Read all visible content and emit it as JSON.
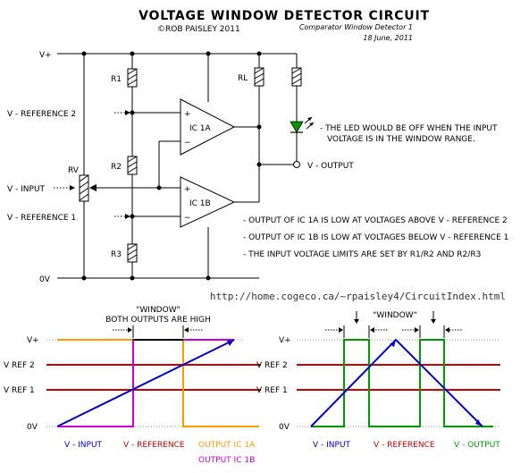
{
  "title": "VOLTAGE WINDOW DETECTOR CIRCUIT",
  "copyright": "©ROB PAISLEY 2011",
  "subtitle": "Comparator Window Detector 1",
  "date": "18 June, 2011",
  "url": "http://home.cogeco.ca/~rpaisley4/CircuitIndex.html",
  "schematic": {
    "vplus": "V+",
    "zero_v": "0V",
    "r1": "R1",
    "r2": "R2",
    "r3": "R3",
    "rl": "RL",
    "rv": "RV",
    "ic1a": "IC 1A",
    "ic1b": "IC 1B",
    "vref2": "V - REFERENCE 2",
    "vref1": "V - REFERENCE 1",
    "vinput": "V - INPUT",
    "voutput": "V - OUTPUT",
    "plus": "+",
    "minus": "−",
    "led_note_1": "- THE LED WOULD BE OFF WHEN THE INPUT",
    "led_note_2": "VOLTAGE IS IN THE WINDOW RANGE."
  },
  "notes": [
    "- OUTPUT OF IC 1A IS LOW AT VOLTAGES ABOVE  V - REFERENCE 2",
    "- OUTPUT OF IC 1B IS LOW AT VOLTAGES BELOW  V - REFERENCE 1",
    "- THE INPUT VOLTAGE LIMITS ARE SET BY R1/R2 AND R2/R3"
  ],
  "graph_left": {
    "window_label": "\"WINDOW\"",
    "window_caption": "BOTH OUTPUTS ARE HIGH",
    "axis_labels": [
      "V+",
      "V REF 2",
      "V REF 1",
      "0V"
    ],
    "legend": [
      {
        "label": "V - INPUT",
        "color": "#0000cc"
      },
      {
        "label": "V - REFERENCE",
        "color": "#cc0000"
      },
      {
        "label": "OUTPUT IC 1A",
        "color": "#ff9900"
      },
      {
        "label": "OUTPUT IC 1B",
        "color": "#cc00cc"
      }
    ]
  },
  "graph_right": {
    "window_label": "\"WINDOW\"",
    "axis_labels": [
      "V+",
      "V REF 2",
      "V REF 1",
      "0V"
    ],
    "legend": [
      {
        "label": "V - INPUT",
        "color": "#0000cc"
      },
      {
        "label": "V - REFERENCE",
        "color": "#cc0000"
      },
      {
        "label": "V - OUTPUT",
        "color": "#009900"
      }
    ]
  },
  "colors": {
    "input": "#0000cc",
    "reference": "#cc0000",
    "ic1a": "#ff9900",
    "ic1b": "#cc00cc",
    "output": "#009900",
    "led": "#009900"
  }
}
